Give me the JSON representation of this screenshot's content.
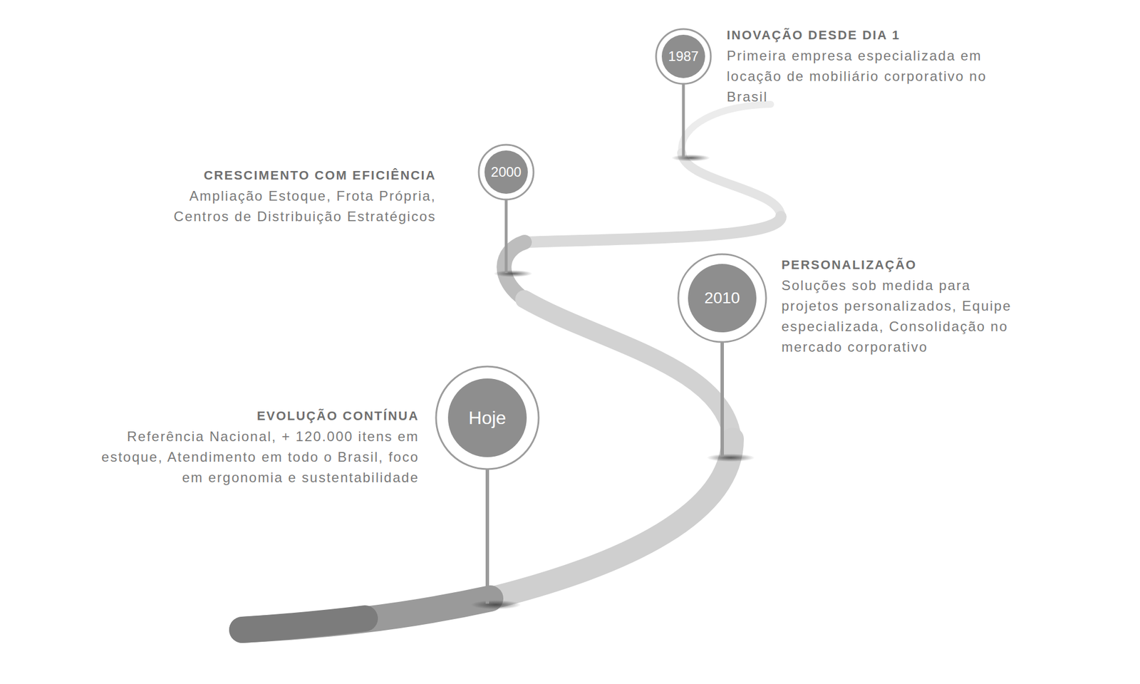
{
  "diagram": {
    "nodes": [
      {
        "text": [
          "1987",
          "INOVAÇÃO DESDE DIA 1",
          "Primeira empresa especializada em locação de mobiliário corporativo no Brasil"
        ]
      },
      {
        "text": [
          "2000",
          "CRESCIMENTO COM EFICIÊNCIA",
          "Ampliação Estoque, Frota Própria, Centros de Distribuição Estratégicos"
        ]
      },
      {
        "text": [
          "2010",
          "PERSONALIZAÇÃO",
          "Soluções sob medida para projetos personalizados, Equipe especializada, Consolidação no mercado corporativo"
        ]
      },
      {
        "text": [
          "Hoje",
          "EVOLUÇÃO CONTÍNUA",
          "Referência Nacional, + 120.000 itens em estoque, Atendimento em todo o Brasil, foco em ergonomia e sustentabilidade"
        ]
      }
    ]
  }
}
